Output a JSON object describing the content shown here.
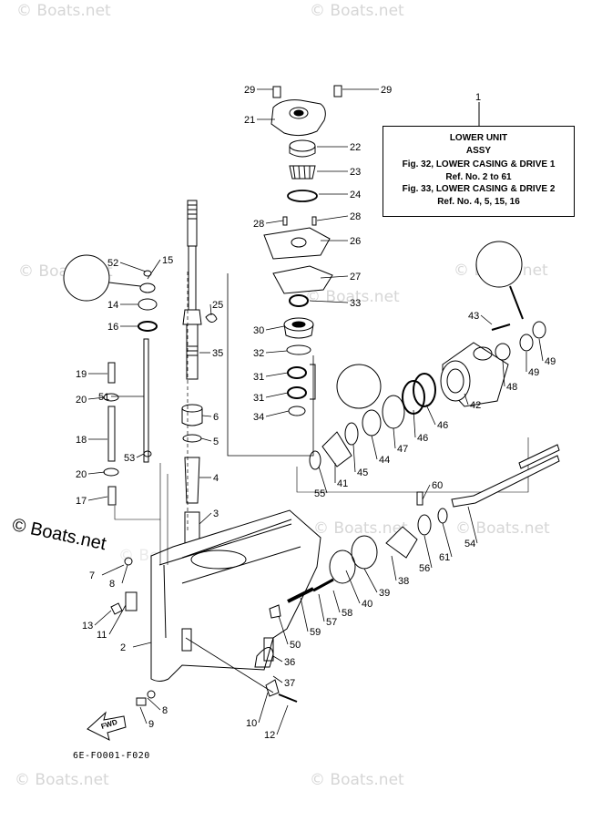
{
  "watermarks": [
    "© Boats.net",
    "© Boats.net",
    "© Boats.net",
    "© Boats.net",
    "© Boats.net",
    "© Boats.net",
    "© Boats.net",
    "© Boats.net",
    "© Boats.net",
    "© Boats.net"
  ],
  "center_watermark": "© Boats.net",
  "info_box": {
    "ref": "1",
    "title": "LOWER UNIT",
    "subtitle": "ASSY",
    "line1": "Fig. 32, LOWER CASING & DRIVE 1",
    "line2": "Ref. No. 2 to 61",
    "line3": "Fig. 33, LOWER CASING & DRIVE 2",
    "line4": "Ref. No. 4, 5, 15, 16"
  },
  "diagram_code": "6E-FO001-F020",
  "fwd_label": "FWD",
  "part_labels": [
    "29",
    "29",
    "21",
    "22",
    "23",
    "24",
    "28",
    "28",
    "26",
    "27",
    "33",
    "30",
    "32",
    "31",
    "31",
    "34",
    "52",
    "15",
    "14",
    "16",
    "25",
    "35",
    "19",
    "20",
    "51",
    "18",
    "53",
    "20",
    "17",
    "6",
    "5",
    "4",
    "3",
    "7",
    "8",
    "13",
    "11",
    "2",
    "8",
    "9",
    "10",
    "12",
    "37",
    "36",
    "50",
    "59",
    "57",
    "58",
    "40",
    "39",
    "38",
    "56",
    "61",
    "60",
    "54",
    "55",
    "41",
    "45",
    "44",
    "47",
    "46",
    "46",
    "42",
    "48",
    "49",
    "49",
    "43"
  ]
}
